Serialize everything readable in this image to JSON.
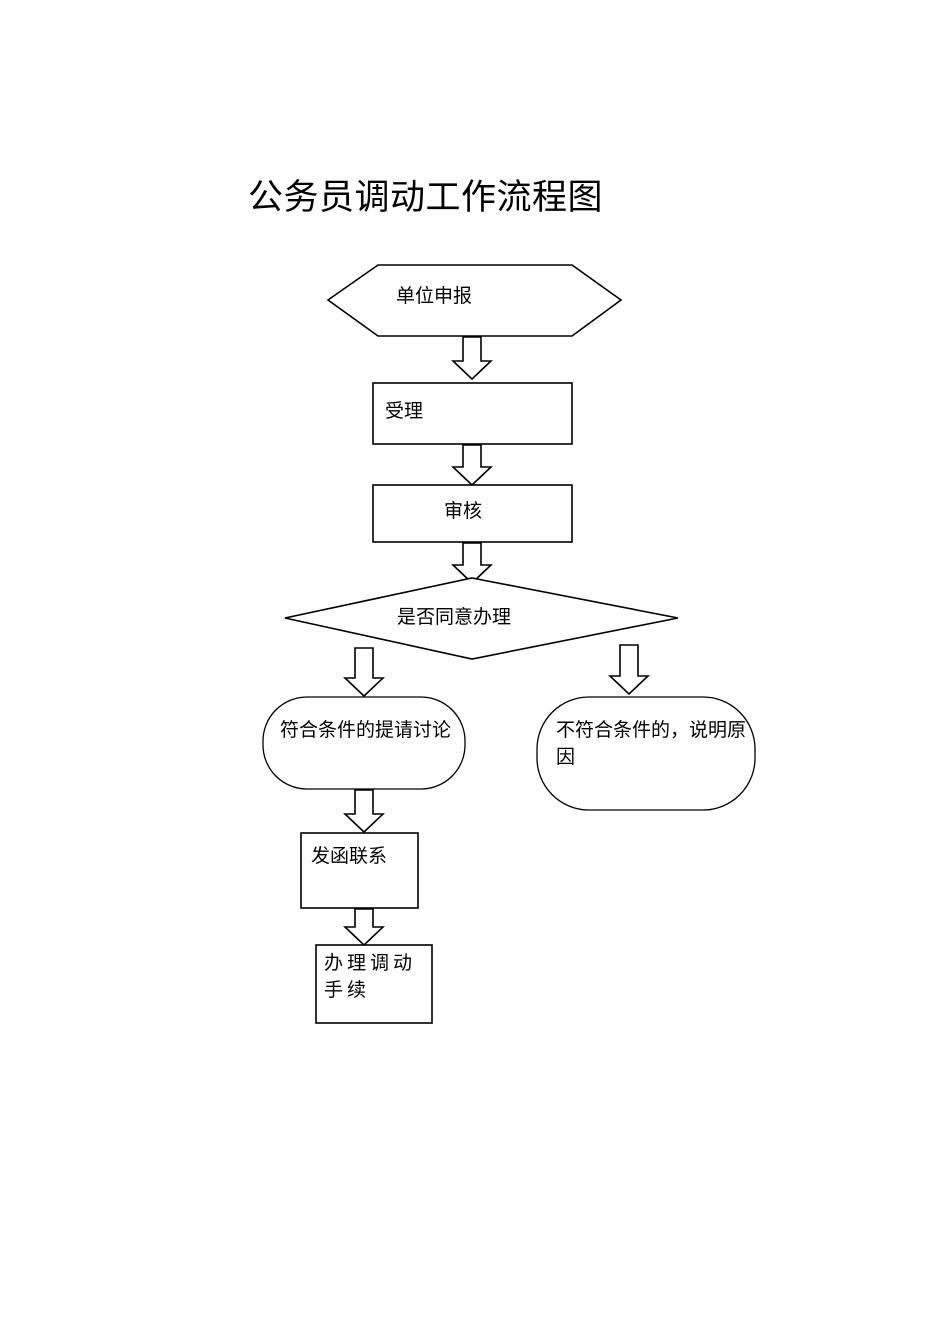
{
  "document": {
    "title": "公务员调动工作流程图",
    "background_color": "#ffffff",
    "line_color": "#000000"
  },
  "flowchart": {
    "type": "process-flow",
    "orientation": "top-to-bottom",
    "nodes": [
      {
        "id": "apply",
        "shape": "hexagon",
        "label": "单位申报",
        "text_align": "left"
      },
      {
        "id": "accept",
        "shape": "rectangle",
        "label": "受理",
        "text_align": "left"
      },
      {
        "id": "review",
        "shape": "rectangle",
        "label": "审核",
        "text_align": "center"
      },
      {
        "id": "decision",
        "shape": "diamond",
        "label": "是否同意办理",
        "text_align": "center"
      },
      {
        "id": "qualified",
        "shape": "rounded-rectangle",
        "label": "符合条件的提请讨论",
        "text_align": "left"
      },
      {
        "id": "unqualified",
        "shape": "rounded-rectangle",
        "label": "不符合条件的，说明原因",
        "text_align": "left"
      },
      {
        "id": "contact",
        "shape": "rectangle",
        "label": "发函联系",
        "text_align": "left"
      },
      {
        "id": "procedure",
        "shape": "rectangle",
        "label": "办理调动\n手续",
        "text_align": "left"
      }
    ],
    "connectors": [
      {
        "id": "c1",
        "from": "apply",
        "to": "accept",
        "style": "block-arrow-down"
      },
      {
        "id": "c2",
        "from": "accept",
        "to": "review",
        "style": "block-arrow-down"
      },
      {
        "id": "c3",
        "from": "review",
        "to": "decision",
        "style": "block-arrow-down"
      },
      {
        "id": "c4",
        "from": "decision",
        "to": "qualified",
        "style": "block-arrow-down"
      },
      {
        "id": "c5",
        "from": "decision",
        "to": "unqualified",
        "style": "block-arrow-down"
      },
      {
        "id": "c6",
        "from": "qualified",
        "to": "contact",
        "style": "block-arrow-down"
      },
      {
        "id": "c7",
        "from": "contact",
        "to": "procedure",
        "style": "block-arrow-down"
      }
    ]
  }
}
